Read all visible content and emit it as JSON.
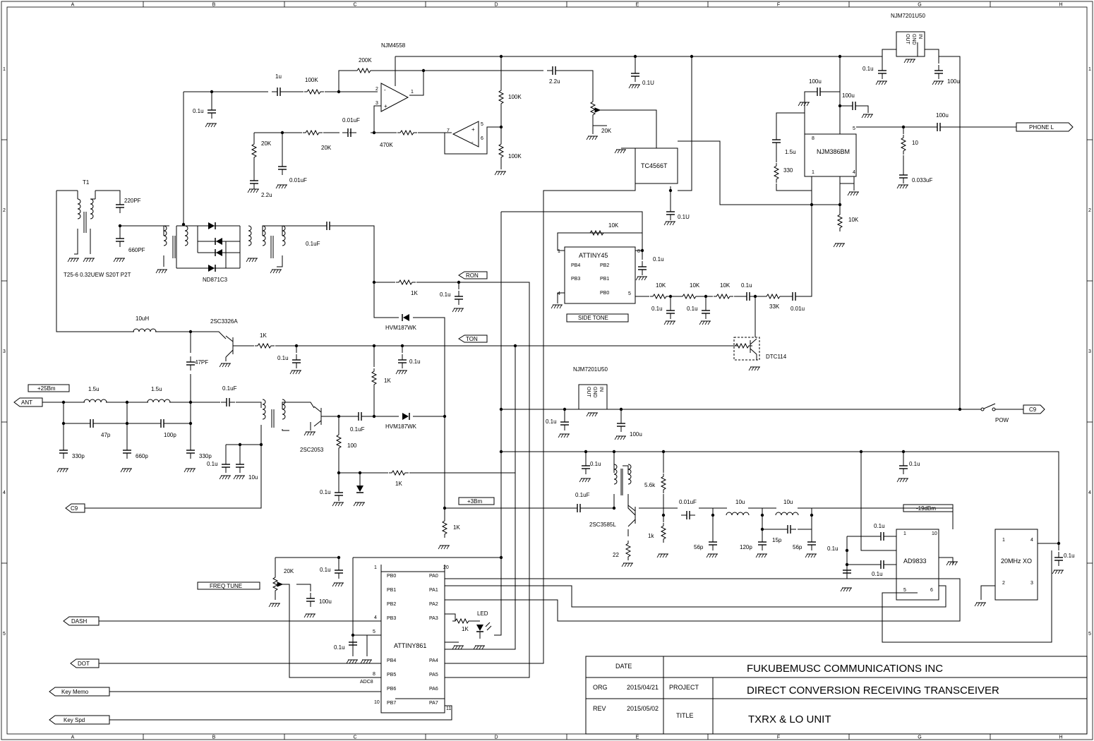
{
  "border": {
    "cols": [
      "A",
      "B",
      "C",
      "D",
      "E",
      "F",
      "G",
      "H"
    ],
    "rows": [
      "1",
      "2",
      "3",
      "4",
      "5"
    ]
  },
  "title_block": {
    "date_header": "DATE",
    "org_label": "ORG",
    "org_date": "2015/04/21",
    "rev_label": "REV",
    "rev_date": "2015/05/02",
    "company": "FUKUBEMUSC COMMUNICATIONS INC",
    "project_label": "PROJECT",
    "project": "DIRECT CONVERSION RECEIVING TRANSCEIVER",
    "title_label": "TITLE",
    "title": "TXRX & LO UNIT"
  },
  "ics": {
    "njm4558": "NJM4558",
    "njm7201_top": "NJM7201U50",
    "njm7201_mid": "NJM7201U50",
    "tc4566": "TC4566T",
    "njm386": "NJM386BM",
    "attiny45": "ATTINY45",
    "attiny861": "ATTINY861",
    "ad9833": "AD9833",
    "xo": "20MHz XO",
    "side_tone": "SIDE TONE"
  },
  "reg_pins": [
    "OUT",
    "GND",
    "IN"
  ],
  "attiny45_pins": {
    "p1": "1",
    "p4": "4",
    "p8": "8",
    "p5": "5",
    "pb4": "PB4",
    "pb3": "PB3",
    "pb2": "PB2",
    "pb1": "PB1",
    "pb0": "PB0"
  },
  "attiny861_pins": {
    "left": [
      "PB0",
      "PB1",
      "PB2",
      "PB3",
      "PB4",
      "PB5",
      "PB6",
      "PB7"
    ],
    "right": [
      "PA0",
      "PA1",
      "PA2",
      "PA3",
      "PA4",
      "PA5",
      "PA6",
      "PA7"
    ],
    "n1": "1",
    "n20": "20",
    "n4": "4",
    "n5": "5",
    "n8": "8",
    "n10": "10",
    "n11": "11",
    "adc8": "ADC8"
  },
  "njm386_pins": {
    "p8": "8",
    "p5": "5",
    "p1": "1",
    "p4": "4"
  },
  "ad9833_pins": {
    "p1": "1",
    "p10": "10",
    "p5": "5",
    "p6": "6"
  },
  "xo_pins": {
    "p1": "1",
    "p4": "4",
    "p2": "2",
    "p3": "3"
  },
  "op_pins": {
    "p2": "2",
    "p3": "3",
    "p1": "1",
    "p5": "5",
    "p6": "6",
    "p7": "7"
  },
  "ports": {
    "phone": "PHONE L",
    "ron": "RON",
    "ton": "TON",
    "ant": "ANT",
    "c9_right": "C9",
    "c9_left": "C9",
    "dash": "DASH",
    "dot": "DOT",
    "key_memo": "Key Memo",
    "key_spd": "Key Spd",
    "freq_tune": "FREQ TUNE"
  },
  "level_tags": {
    "p25": "+25Bm",
    "p3": "+3Bm",
    "m19": "-19dBm"
  },
  "parts": {
    "t1": "T1",
    "t1_desc": "T25-6 0.32UEW S20T P2T",
    "c220": "220PF",
    "c660": "660PF",
    "nd871": "ND871C3",
    "c01u_mix": "0.1uF",
    "c01u_a": "0.1u",
    "c1u": "1u",
    "r100k_in": "100K",
    "r200k": "200K",
    "c22u_top": "2.2u",
    "r100k_a": "100K",
    "r100k_b": "100K",
    "pot20k_vol": "20K",
    "r20k_a": "20K",
    "r20k_b": "20K",
    "c001_op": "0.01uF",
    "r470k": "470K",
    "c22u_low": "2.2u",
    "c001_low": "0.01uF",
    "c01u_tc": "0.1U",
    "c01u_tc2": "0.1U",
    "c01u_reg": "0.1u",
    "c100u_reg": "100u",
    "c100u_386": "100u",
    "c100u_386b": "100u",
    "c100u_out": "100u",
    "r10": "10",
    "c0033": "0.033uF",
    "c15u": "1.5u",
    "r330": "330",
    "r10k_386": "10K",
    "r10k_45": "10K",
    "c01u_45": "0.1u",
    "r10k_f1": "10K",
    "r10k_f2": "10K",
    "r10k_f3": "10K",
    "c01u_f1": "0.1u",
    "c01u_f2": "0.1u",
    "c01u_f3": "0.1u",
    "r33k": "33K",
    "c001_f": "0.01u",
    "dtc114": "DTC114",
    "r1k_ron": "1K",
    "c01u_ron": "0.1u",
    "hvm1": "HVM187WK",
    "hvm2": "HVM187WK",
    "l10uh": "10uH",
    "q2sc3326": "2SC3326A",
    "r1k_q": "1K",
    "c01u_q1": "0.1u",
    "c01u_q2": "0.1u",
    "r1k_bias": "1K",
    "c47pf": "47PF",
    "l15u_a": "1.5u",
    "l15u_b": "1.5u",
    "c01uf_ant": "0.1uF",
    "c47p": "47p",
    "c100p": "100p",
    "c330p_a": "330p",
    "c660p": "660p",
    "c330p_b": "330p",
    "c01u_rx": "0.1u",
    "c10u_rx": "10u",
    "q2sc2053": "2SC2053",
    "c01uf_q": "0.1uF",
    "r100": "100",
    "r1k_low": "1K",
    "c01u_low": "0.1u",
    "r1k_lo": "1K",
    "c01u_reg2": "0.1u",
    "c100u_reg2": "100u",
    "c01u_lo": "0.1u",
    "c01uf_lo": "0.1uF",
    "q2sc3585": "2SC3585L",
    "r56k": "5.6k",
    "r1k_lo2": "1k",
    "r22": "22",
    "c001_lo": "0.01uF",
    "l10u_a": "10u",
    "l10u_b": "10u",
    "c56p_a": "56p",
    "c120p": "120p",
    "c15p": "15p",
    "c56p_b": "56p",
    "c01u_ad1": "0.1u",
    "c01u_ad2": "0.1u",
    "c01u_ad3": "0.1u",
    "c01u_ad4": "0.1u",
    "c01u_xo": "0.1u",
    "c01u_ad5": "0.1u",
    "pot20k_tune": "20K",
    "c01u_tune": "0.1u",
    "c100u_tune": "100u",
    "c01u_861": "0.1u",
    "r1k_led": "1K",
    "led": "LED",
    "pow": "POW"
  }
}
